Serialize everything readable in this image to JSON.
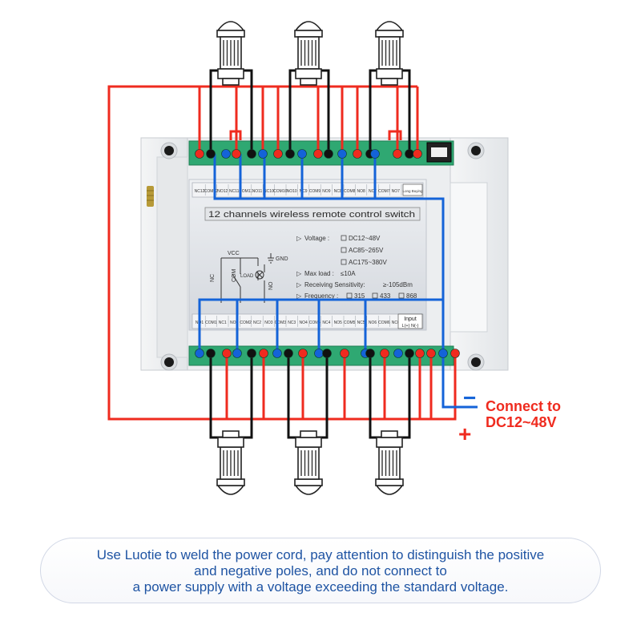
{
  "device": {
    "title": "12 channels wireless remote control switch",
    "brand_box": "Long Buying",
    "top_terminal_labels": [
      "NC12",
      "COM12",
      "NO12",
      "NC11",
      "COM11",
      "NO11",
      "NC10",
      "COM10",
      "NO10",
      "NC9",
      "COM9",
      "NO9",
      "NC8",
      "COM8",
      "NO8",
      "NC7",
      "COM7",
      "NO7"
    ],
    "bottom_terminal_labels": [
      "NO1",
      "COM1",
      "NC1",
      "NO2",
      "COM2",
      "NC2",
      "NO3",
      "COM3",
      "NC3",
      "NO4",
      "COM4",
      "NC4",
      "NO5",
      "COM5",
      "NC5",
      "NO6",
      "COM6",
      "NC6"
    ],
    "input_label": "Input",
    "input_terminals": "L(+) N(-)",
    "specs": {
      "voltage_label": "Voltage :",
      "voltage_options": [
        "DC12~48V",
        "AC85~265V",
        "AC175~380V"
      ],
      "max_load_label": "Max load :",
      "max_load_value": "≤10A",
      "sensitivity_label": "Receiving Sensitivity:",
      "sensitivity_value": "≥-105dBm",
      "frequency_label": "Frequency :",
      "frequency_options": [
        "315",
        "433",
        "868"
      ]
    },
    "schematic": {
      "vcc": "VCC",
      "gnd": "GND",
      "nc": "NC",
      "com": "COM",
      "load": "LOAD",
      "no": "NO"
    }
  },
  "power": {
    "minus_symbol": "−",
    "plus_symbol": "+",
    "connect_line1": "Connect to",
    "connect_line2": "DC12~48V"
  },
  "note": {
    "line1": "Use Luotie to weld the power cord, pay attention to distinguish the positive",
    "line2": "and negative poles, and do not connect to",
    "line3": "a power supply with a voltage exceeding the standard voltage."
  },
  "colors": {
    "positive": "#ef2b1f",
    "negative": "#1463d8",
    "neutral": "#111111",
    "text": "#1f54a3",
    "terminal_block": "#2fa872"
  },
  "icons": [
    "bulb-icon",
    "antenna-icon",
    "mount-hole-icon",
    "toggle-switch-icon",
    "ground-icon"
  ]
}
